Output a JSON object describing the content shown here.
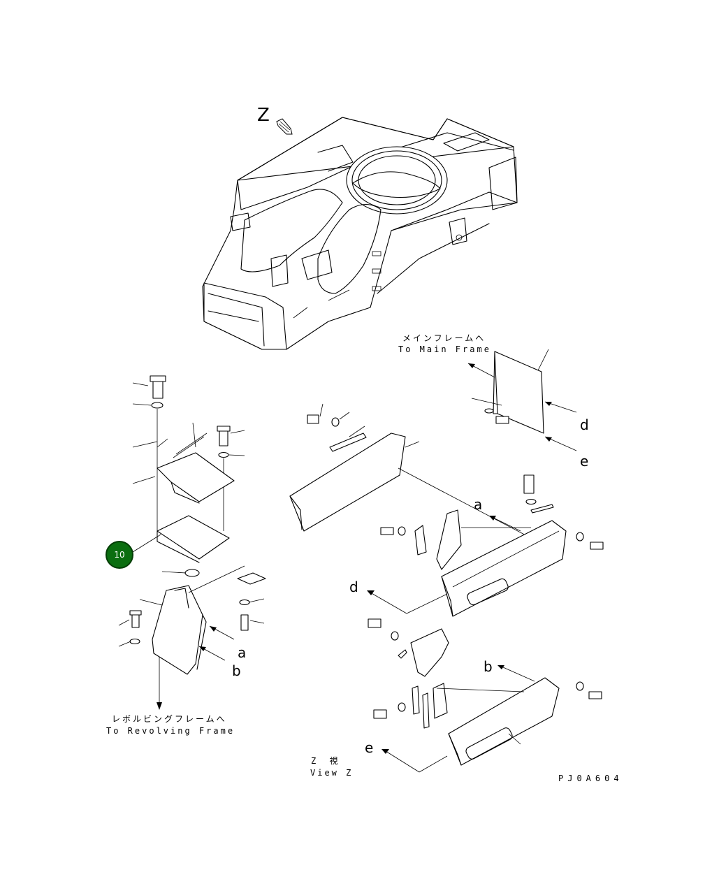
{
  "view_marker": "Z",
  "callout": {
    "number": "10",
    "color": "#0b6e10"
  },
  "labels": {
    "to_main_frame_jp": "メインフレームへ",
    "to_main_frame_en": "To Main Frame",
    "to_revolving_frame_jp": "レボルビングフレームへ",
    "to_revolving_frame_en": "To Revolving Frame",
    "view_z_jp": "Z 視",
    "view_z_en": "View Z",
    "drawing_code": "PJ0A604"
  },
  "connection_letters": {
    "a_left": "a",
    "b_left": "b",
    "a_right": "a",
    "b_right": "b",
    "d_top": "d",
    "d_bottom": "d",
    "e_top": "e",
    "e_bottom": "e"
  }
}
